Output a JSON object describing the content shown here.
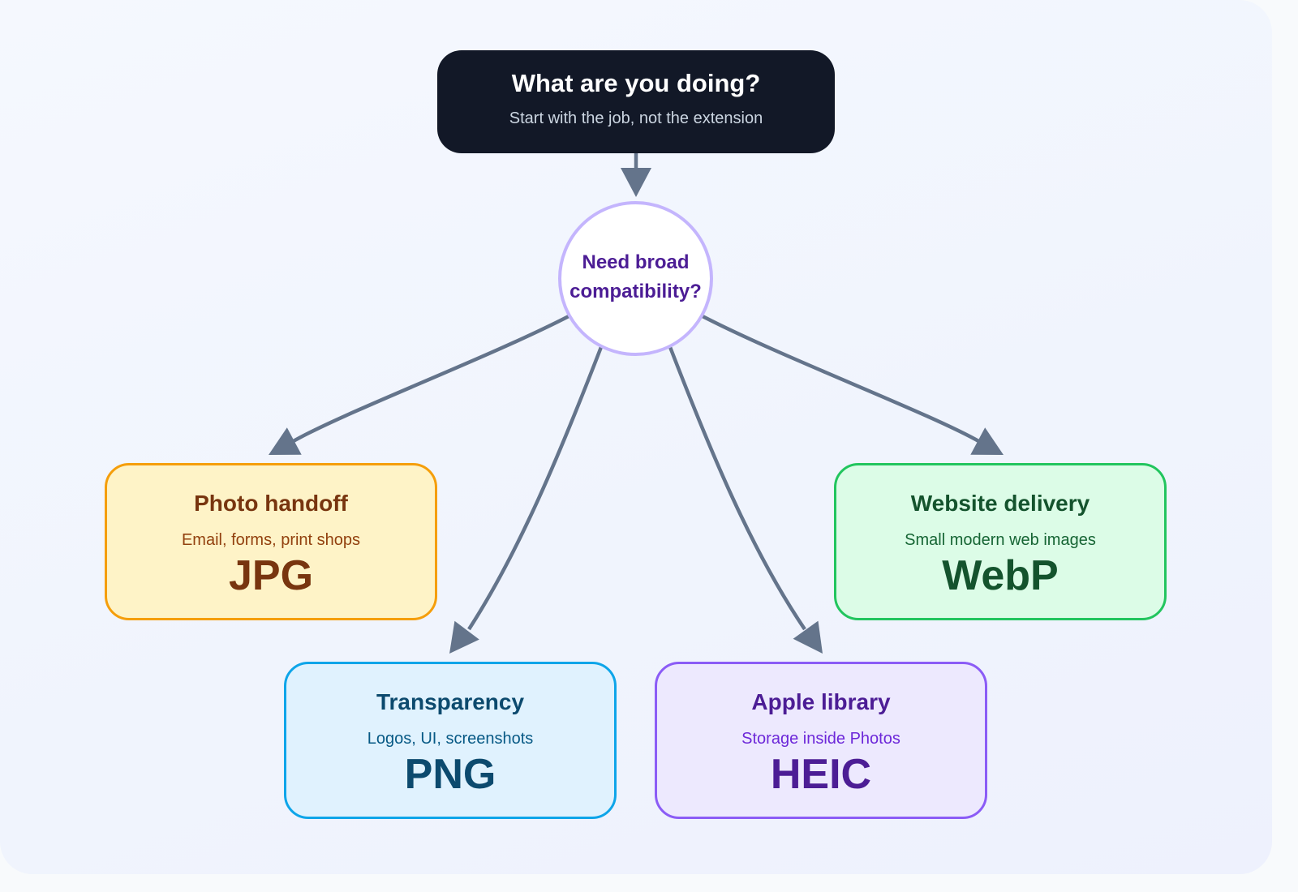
{
  "diagram": {
    "start": {
      "title": "What are you doing?",
      "subtitle": "Start with the job, not the extension"
    },
    "decision": {
      "line1": "Need broad",
      "line2": "compatibility?"
    },
    "outcomes": [
      {
        "id": "jpg",
        "title": "Photo handoff",
        "subtitle": "Email, forms, print shops",
        "format": "JPG"
      },
      {
        "id": "png",
        "title": "Transparency",
        "subtitle": "Logos, UI, screenshots",
        "format": "PNG"
      },
      {
        "id": "heic",
        "title": "Apple library",
        "subtitle": "Storage inside Photos",
        "format": "HEIC"
      },
      {
        "id": "webp",
        "title": "Website delivery",
        "subtitle": "Small modern web images",
        "format": "WebP"
      }
    ],
    "edges": [
      {
        "from": "start",
        "to": "decision"
      },
      {
        "from": "decision",
        "to": "jpg"
      },
      {
        "from": "decision",
        "to": "png"
      },
      {
        "from": "decision",
        "to": "heic"
      },
      {
        "from": "decision",
        "to": "webp"
      }
    ],
    "colors": {
      "edge": "#64748b",
      "start_bg": "#121827",
      "decision_border": "#c4b5fd",
      "jpg_accent": "#f59e0b",
      "png_accent": "#0ea5e9",
      "heic_accent": "#8b5cf6",
      "webp_accent": "#22c55e"
    }
  }
}
